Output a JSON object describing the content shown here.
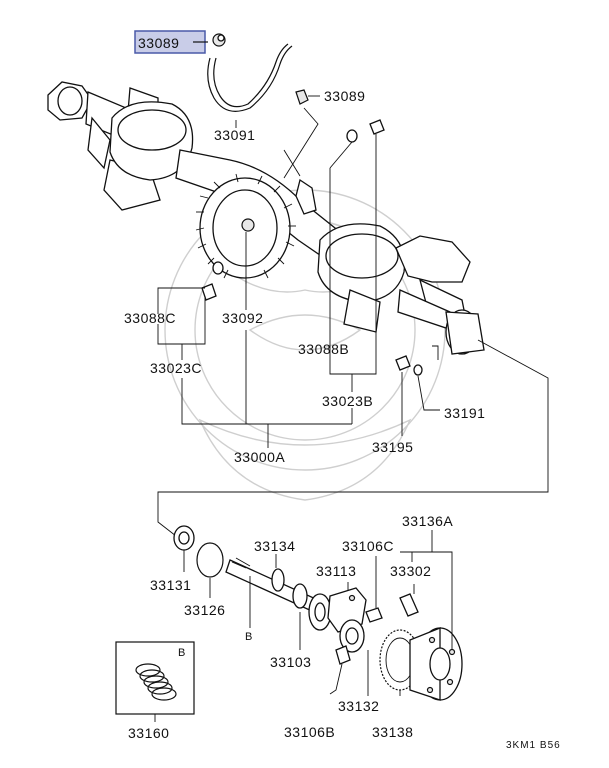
{
  "highlighted_part": "33089",
  "labels": {
    "p33089_top": "33089",
    "p33089_right": "33089",
    "p33091": "33091",
    "p33088C": "33088C",
    "p33092": "33092",
    "p33088B": "33088B",
    "p33023C": "33023C",
    "p33023B": "33023B",
    "p33191": "33191",
    "p33195": "33195",
    "p33000A": "33000A",
    "p33136A": "33136A",
    "p33134": "33134",
    "p33106C": "33106C",
    "p33113": "33113",
    "p33302": "33302",
    "p33131": "33131",
    "p33126": "33126",
    "p33103": "33103",
    "p33132": "33132",
    "p33106B": "33106B",
    "p33138": "33138",
    "p33160": "33160",
    "ref_b_inset": "B",
    "ref_b_shaft": "B",
    "diagram_code": "3KM1 B56"
  }
}
